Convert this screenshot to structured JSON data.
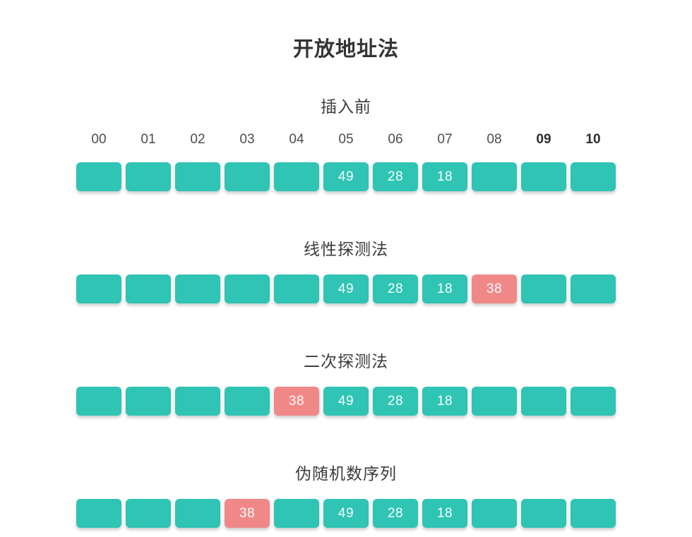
{
  "title": "开放地址法",
  "colors": {
    "cell_fill": "#2fc4b4",
    "cell_new_fill": "#f18888",
    "cell_text": "#ffffff",
    "heading_text": "#3c3c3c",
    "index_text": "#4d4d4d"
  },
  "indices": [
    {
      "label": "00",
      "bold": false
    },
    {
      "label": "01",
      "bold": false
    },
    {
      "label": "02",
      "bold": false
    },
    {
      "label": "03",
      "bold": false
    },
    {
      "label": "04",
      "bold": false
    },
    {
      "label": "05",
      "bold": false
    },
    {
      "label": "06",
      "bold": false
    },
    {
      "label": "07",
      "bold": false
    },
    {
      "label": "08",
      "bold": false
    },
    {
      "label": "09",
      "bold": true
    },
    {
      "label": "10",
      "bold": true
    }
  ],
  "sections": [
    {
      "heading": "插入前",
      "show_indices": true,
      "cells": [
        {
          "value": "",
          "state": "empty"
        },
        {
          "value": "",
          "state": "empty"
        },
        {
          "value": "",
          "state": "empty"
        },
        {
          "value": "",
          "state": "empty"
        },
        {
          "value": "",
          "state": "empty"
        },
        {
          "value": "49",
          "state": "filled"
        },
        {
          "value": "28",
          "state": "filled"
        },
        {
          "value": "18",
          "state": "filled"
        },
        {
          "value": "",
          "state": "empty"
        },
        {
          "value": "",
          "state": "empty"
        },
        {
          "value": "",
          "state": "empty"
        }
      ]
    },
    {
      "heading": "线性探测法",
      "show_indices": false,
      "cells": [
        {
          "value": "",
          "state": "empty"
        },
        {
          "value": "",
          "state": "empty"
        },
        {
          "value": "",
          "state": "empty"
        },
        {
          "value": "",
          "state": "empty"
        },
        {
          "value": "",
          "state": "empty"
        },
        {
          "value": "49",
          "state": "filled"
        },
        {
          "value": "28",
          "state": "filled"
        },
        {
          "value": "18",
          "state": "filled"
        },
        {
          "value": "38",
          "state": "new"
        },
        {
          "value": "",
          "state": "empty"
        },
        {
          "value": "",
          "state": "empty"
        }
      ]
    },
    {
      "heading": "二次探测法",
      "show_indices": false,
      "cells": [
        {
          "value": "",
          "state": "empty"
        },
        {
          "value": "",
          "state": "empty"
        },
        {
          "value": "",
          "state": "empty"
        },
        {
          "value": "",
          "state": "empty"
        },
        {
          "value": "38",
          "state": "new"
        },
        {
          "value": "49",
          "state": "filled"
        },
        {
          "value": "28",
          "state": "filled"
        },
        {
          "value": "18",
          "state": "filled"
        },
        {
          "value": "",
          "state": "empty"
        },
        {
          "value": "",
          "state": "empty"
        },
        {
          "value": "",
          "state": "empty"
        }
      ]
    },
    {
      "heading": "伪随机数序列",
      "show_indices": false,
      "cells": [
        {
          "value": "",
          "state": "empty"
        },
        {
          "value": "",
          "state": "empty"
        },
        {
          "value": "",
          "state": "empty"
        },
        {
          "value": "38",
          "state": "new"
        },
        {
          "value": "",
          "state": "empty"
        },
        {
          "value": "49",
          "state": "filled"
        },
        {
          "value": "28",
          "state": "filled"
        },
        {
          "value": "18",
          "state": "filled"
        },
        {
          "value": "",
          "state": "empty"
        },
        {
          "value": "",
          "state": "empty"
        },
        {
          "value": "",
          "state": "empty"
        }
      ]
    }
  ]
}
